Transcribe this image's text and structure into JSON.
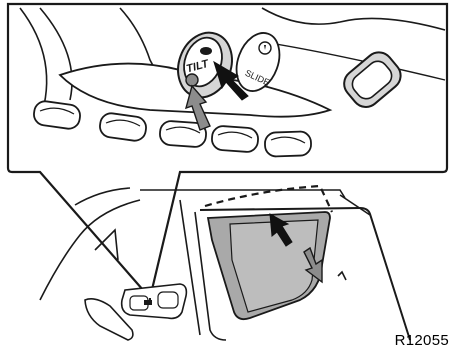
{
  "diagram": {
    "button_tilt_label": "TILT",
    "button_slide_label": "SLIDE",
    "figure_reference": "R12055"
  },
  "colors": {
    "line": "#1a1a1a",
    "arrow_dark": "#111111",
    "arrow_gray": "#8c8c8c",
    "glass_gray": "#a9a9a9",
    "panel_gray": "#d6d6d6"
  },
  "icons": [
    "push-arrow-icon",
    "tilt-arrow-icon",
    "slide-arrow-icon"
  ]
}
